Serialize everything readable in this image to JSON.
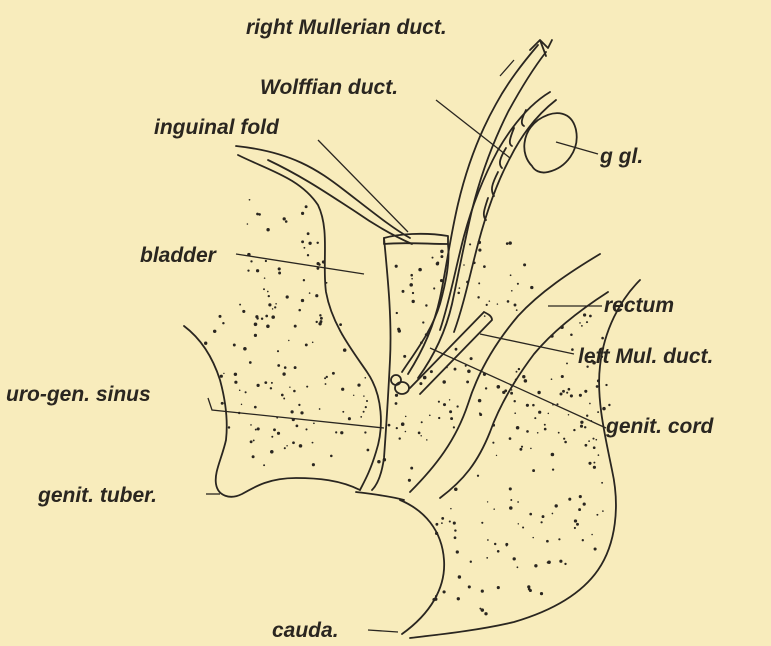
{
  "figure": {
    "labels": {
      "right_mullerian_duct": "right Mullerian duct.",
      "wolffian_duct": "Wolffian duct.",
      "inguinal_fold": "inguinal fold",
      "g_gl": "g gl.",
      "bladder": "bladder",
      "rectum": "rectum",
      "left_mul_duct": "left Mul. duct.",
      "uro_gen_sinus": "uro-gen. sinus",
      "genit_cord": "genit. cord",
      "genit_tuber": "genit. tuber.",
      "cauda": "cauda."
    },
    "colors": {
      "paper": "#f8ecbc",
      "ink": "#2a2620"
    }
  }
}
